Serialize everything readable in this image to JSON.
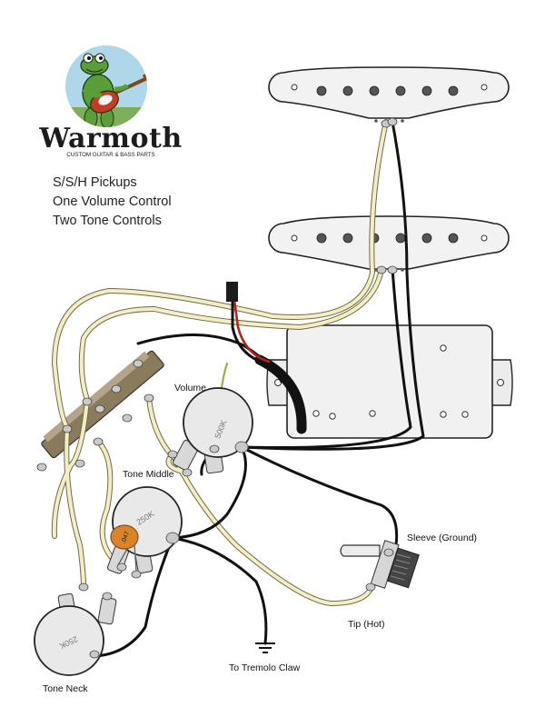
{
  "logo": {
    "brand": "Warmoth",
    "tagline": "CUSTOM GUITAR & BASS PARTS",
    "icon": "frog-with-guitar-icon"
  },
  "description": {
    "line1": "S/S/H Pickups",
    "line2": "One Volume Control",
    "line3": "Two Tone Controls"
  },
  "labels": {
    "volume": "Volume",
    "tone_middle": "Tone Middle",
    "tone_neck": "Tone Neck",
    "sleeve": "Sleeve (Ground)",
    "tip": "Tip (Hot)",
    "tremolo": "To Tremolo Claw"
  },
  "pot_values": {
    "volume": "500K",
    "tone_middle": "250K",
    "tone_neck": "250K"
  },
  "capacitor_value": ".047",
  "colors": {
    "wire_cream": "#f3eec4",
    "wire_black": "#111111",
    "wire_red": "#b5231e",
    "wire_green": "#97b04b",
    "pot_body": "#e9e9e9",
    "capacitor": "#d9832c",
    "pickup_body": "#f2f2f2"
  }
}
